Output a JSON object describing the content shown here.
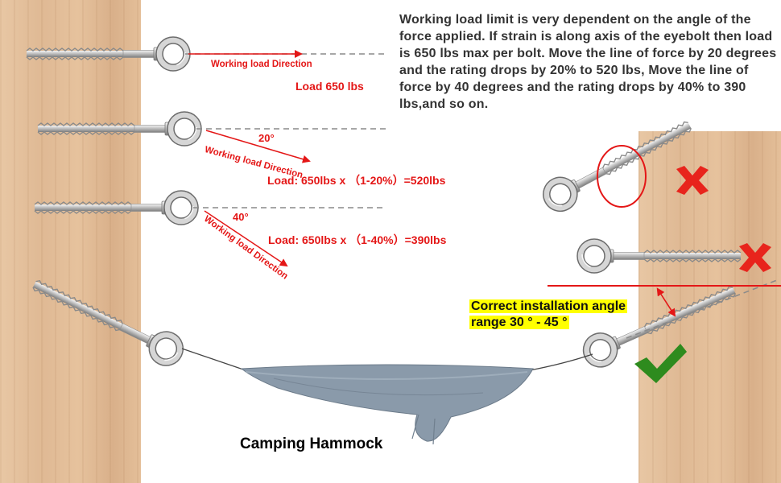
{
  "info_text": "Working load limit is very dependent on the angle of the force applied. If strain is along axis of the eyebolt then load is 650 lbs max per bolt. Move the line of force by 20 degrees and the rating drops by 20% to 520 lbs, Move the line of force by 40 degrees and the rating drops by 40% to 390 lbs,and so on.",
  "rows": [
    {
      "direction_label": "Working load Direction",
      "load_label": "Load 650 lbs",
      "angle": ""
    },
    {
      "direction_label": "Working load Direction",
      "load_label": "Load: 650lbs x （1-20%）=520lbs",
      "angle": "20°"
    },
    {
      "direction_label": "Working load Direction",
      "load_label": "Load: 650lbs x （1-40%）=390lbs",
      "angle": "40°"
    }
  ],
  "correct_angle": {
    "line1": "Correct installation angle",
    "line2": "range 30 ° - 45 °"
  },
  "hammock_label": "Camping Hammock",
  "colors": {
    "accent_red": "#e41717",
    "wrong_mark": "#e8241c",
    "check_mark": "#2e8b1e",
    "highlight": "#ffff00",
    "wood": "#e0bb96"
  },
  "icons": {
    "wrong": "x-mark-icon",
    "correct": "check-mark-icon"
  }
}
